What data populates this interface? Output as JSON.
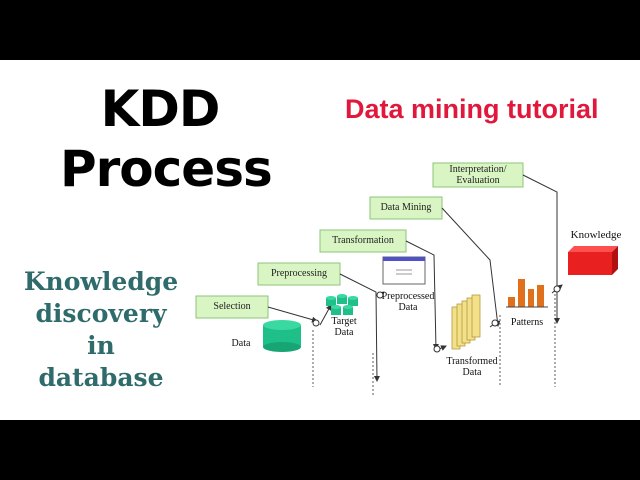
{
  "title": {
    "line1": "KDD",
    "line2": "Process"
  },
  "subtitle": "Data mining tutorial",
  "caption": [
    "Knowledge",
    "discovery",
    "in",
    "database"
  ],
  "steps": [
    "Selection",
    "Preprocessing",
    "Transformation",
    "Data Mining",
    "Interpretation/",
    "Evaluation"
  ],
  "nodes": {
    "data": "Data",
    "target": [
      "Target",
      "Data"
    ],
    "preprocessed": [
      "Preprocessed",
      "Data"
    ],
    "transformed": [
      "Transformed",
      "Data"
    ],
    "patterns": "Patterns",
    "knowledge": "Knowledge"
  },
  "colors": {
    "step_box_fill": "#d9f5c4",
    "step_box_border": "#8cc57a",
    "cylinder": "#1fbf8a",
    "knowledge_cube": "#e82020",
    "title_accent": "#e0183c",
    "caption_color": "#2f6b6b",
    "transformed_pages": "#f2e08a",
    "pattern_bars": "#e0701c"
  }
}
